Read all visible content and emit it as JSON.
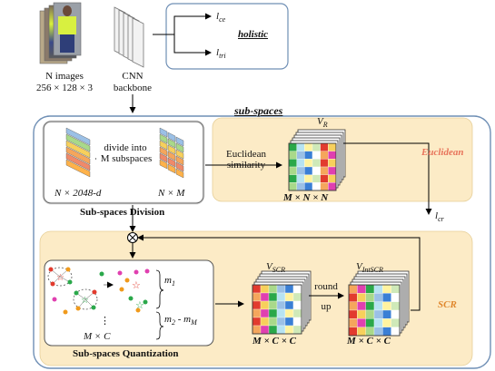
{
  "input": {
    "images_label": "N images",
    "size_label": "256 × 128 × 3",
    "backbone_label_1": "CNN",
    "backbone_label_2": "backbone"
  },
  "holistic": {
    "loss_ce": "l",
    "loss_ce_sub": "ce",
    "loss_tri": "l",
    "loss_tri_sub": "tri",
    "label": "holistic"
  },
  "subspaces": {
    "title": "sub-spaces",
    "division": {
      "divide_text_1": "divide into",
      "divide_text_2": "M subspaces",
      "left_dim": "N × 2048-d",
      "right_dim": "N × M",
      "caption": "Sub-spaces Division"
    },
    "euclidean": {
      "label": "Euclidean",
      "sim_1": "Euclidean",
      "sim_2": "similarity",
      "tensor_name": "V",
      "tensor_sub": "R",
      "tensor_dim": "M × N × N",
      "loss": "l",
      "loss_sub": "cr"
    },
    "quantization": {
      "m1": "m",
      "m1_sub": "1",
      "m2": "m",
      "m2_sub": "2",
      "mM": "m",
      "mM_sub": "M",
      "dash": "-",
      "dots": "⋮",
      "dim": "M × C",
      "caption": "Sub-spaces Quantization"
    },
    "scr": {
      "label": "SCR",
      "tensor1_name": "V",
      "tensor1_sub": "SCR",
      "tensor1_dim": "M × C × C",
      "round_1": "round",
      "round_2": "up",
      "tensor2_name": "V",
      "tensor2_sub": "IntSCR",
      "tensor2_dim": "M × C × C"
    }
  },
  "colors": {
    "outer_border": "#6f8fb5",
    "panel_fill": "#fcebc6",
    "euclidean_label": "#e8735a",
    "scr_label": "#e0882e",
    "division_box": "#555555"
  }
}
